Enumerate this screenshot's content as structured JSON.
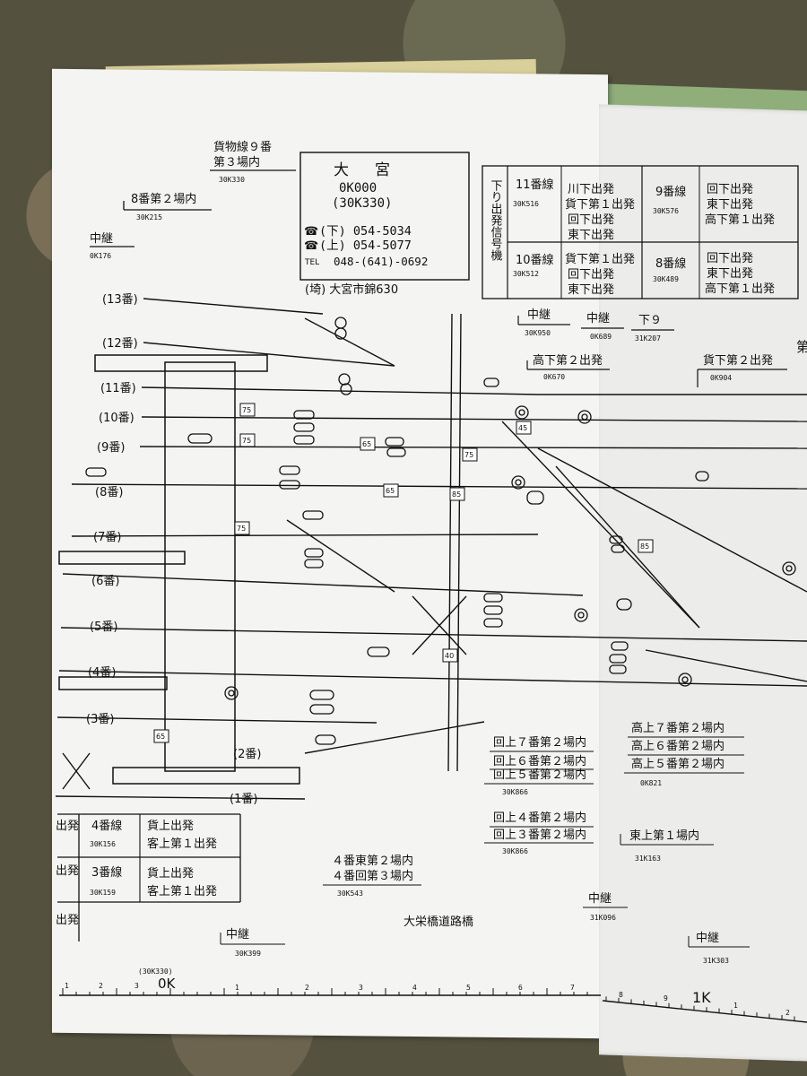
{
  "station_box": {
    "name": "大　宮",
    "code": "0K000",
    "code2": "(30K330)",
    "tel_down": "(下) 054-5034",
    "tel_up": "(上) 054-5077",
    "tel_label": "TEL",
    "tel_main": "048-(641)-0692",
    "address": "(埼) 大宮市錦630"
  },
  "signal_table_top": {
    "heading": "下り出発信号機",
    "rows": [
      {
        "track": "11番線",
        "code": "30K516",
        "names": [
          "川下出発",
          "貨下第１出発",
          "回下出発",
          "東下出発"
        ]
      },
      {
        "track": "9番線",
        "code": "30K576",
        "names": [
          "回下出発",
          "東下出発",
          "高下第１出発"
        ]
      },
      {
        "track": "10番線",
        "code": "30K512",
        "names": [
          "貨下第１出発",
          "回下出発",
          "東下出発"
        ]
      },
      {
        "track": "8番線",
        "code": "30K489",
        "names": [
          "回下出発",
          "東下出発",
          "高下第１出発"
        ]
      }
    ]
  },
  "signal_table_bottom": {
    "rows": [
      {
        "left": "出発",
        "track": "4番線",
        "code": "30K156",
        "names": [
          "貨上出発",
          "客上第１出発"
        ]
      },
      {
        "left": "出発",
        "track": "3番線",
        "code": "30K159",
        "names": [
          "貨上出発",
          "客上第１出発"
        ]
      },
      {
        "left": "出発",
        "track": "",
        "code": "",
        "names": []
      }
    ]
  },
  "tracks": [
    "(13番)",
    "(12番)",
    "(11番)",
    "(10番)",
    "(9番)",
    "(8番)",
    "(7番)",
    "(6番)",
    "(5番)",
    "(4番)",
    "(3番)",
    "(2番)",
    "(1番)"
  ],
  "labels": {
    "kamotsu9": [
      "貨物線９番",
      "第３場内"
    ],
    "kamotsu9_code": "30K330",
    "home8": "8番第２場内",
    "home8_code": "30K215",
    "chukei_left": "中継",
    "chukei_left_code": "0K176",
    "chukei1": "中継",
    "chukei1_code": "30K950",
    "chukei2": "中継",
    "chukei2_code": "0K689",
    "shimo9": "下９",
    "shimo9_code": "31K207",
    "koge2": "高下第２出発",
    "koge2_code": "0K670",
    "kage2": "貨下第２出発",
    "kage2_code": "0K904",
    "kaijo_group1": [
      "回上７番第２場内",
      "回上６番第２場内",
      "回上５番第２場内"
    ],
    "kaijo_group1_code": "30K866",
    "kaijo_group2": [
      "回上４番第２場内",
      "回上３番第２場内"
    ],
    "kaijo_group2_code": "30K866",
    "kojo_group": [
      "高上７番第２場内",
      "高上６番第２場内",
      "高上５番第２場内"
    ],
    "kojo_group_code": "0K821",
    "tojo1": "東上第１場内",
    "tojo1_code": "31K163",
    "home4": [
      "４番東第２場内",
      "４番回第３場内"
    ],
    "home4_code": "30K543",
    "bridge": "大栄橋道路橋",
    "chukei_b1": "中継",
    "chukei_b1_code": "30K399",
    "chukei_b2": "中継",
    "chukei_b2_code": "31K096",
    "chukei_b3": "中継",
    "chukei_b3_code": "31K303",
    "edge_char": "第"
  },
  "speed_signs": [
    "75",
    "75",
    "75",
    "65",
    "85",
    "75",
    "45",
    "65",
    "40",
    "85",
    "65"
  ],
  "scale": {
    "origin_code": "(30K330)",
    "origin": "0K",
    "km1": "1K",
    "ticks": [
      "1",
      "2",
      "3",
      "1",
      "2",
      "3",
      "4",
      "5",
      "6",
      "7",
      "8",
      "9",
      "1",
      "2"
    ]
  }
}
